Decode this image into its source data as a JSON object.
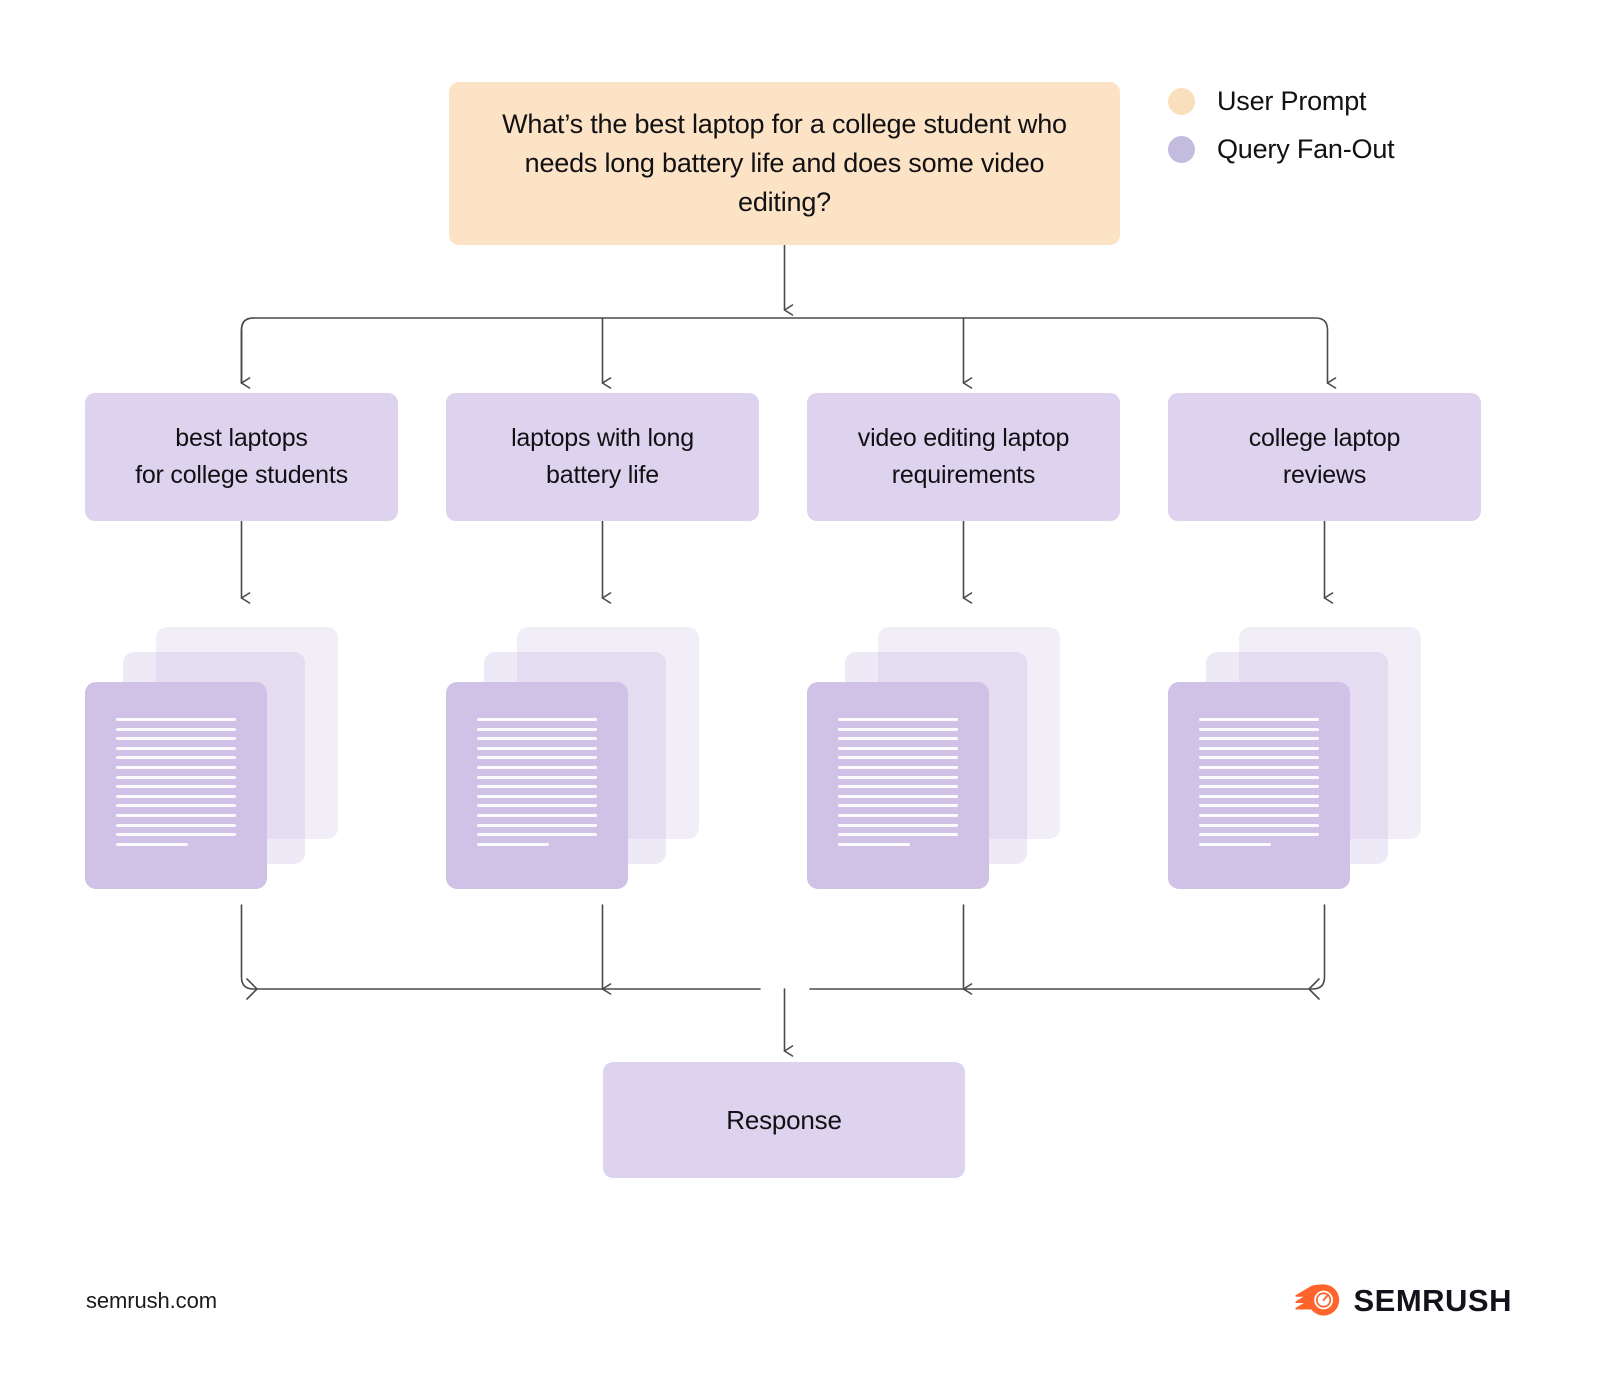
{
  "diagram": {
    "title": "Query Fan-Out flow",
    "prompt": {
      "text": "What’s the best laptop for a college student who needs long battery life and does some video editing?",
      "color": "#fce3c6"
    },
    "legend": {
      "items": [
        {
          "label": "User Prompt",
          "color": "#fadfbc",
          "icon": "circle-icon"
        },
        {
          "label": "Query Fan-Out",
          "color": "#c4bcdf",
          "icon": "circle-icon"
        }
      ]
    },
    "queries": [
      {
        "label": "best laptops\nfor college students",
        "color": "#ded3ef"
      },
      {
        "label": "laptops with long\nbattery life",
        "color": "#ded3ef"
      },
      {
        "label": "video editing laptop\nrequirements",
        "color": "#ded3ef"
      },
      {
        "label": "college laptop\nreviews",
        "color": "#ded3ef"
      }
    ],
    "document_stacks": [
      {
        "name": "documents-best-laptops",
        "cards": 3,
        "lines": 14
      },
      {
        "name": "documents-battery-life",
        "cards": 3,
        "lines": 14
      },
      {
        "name": "documents-video-editing",
        "cards": 3,
        "lines": 14
      },
      {
        "name": "documents-college-reviews",
        "cards": 3,
        "lines": 14
      }
    ],
    "response": {
      "label": "Response",
      "color": "#ded3ef"
    },
    "connector_color": "#4a4a4a"
  },
  "footer": {
    "site": "semrush.com",
    "brand": "SEMRUSH",
    "brand_color": "#ff642d"
  }
}
